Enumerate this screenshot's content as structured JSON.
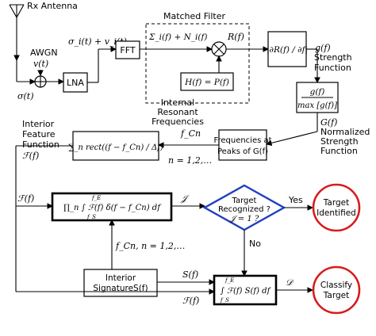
{
  "diagram": {
    "rx_antenna": "Rx Antenna",
    "awgn": "AWGN",
    "awgn_var": "v(t)",
    "sigma_t": "σ(t)",
    "signal_sum": "σ_i(t) + v_i(t)",
    "lna": "LNA",
    "fft": "FFT",
    "matched_filter_title": "Matched Filter",
    "sigma_f": "Σ_i(f) + N_i(f)",
    "R_f": "R(f)",
    "H_f": "H(f) = P(f)",
    "derivative": "|∂R(f) / ∂f|",
    "g_f": "g(f)",
    "strength_function": [
      "Strength",
      "Function"
    ],
    "normalize_num": "g(f)",
    "normalize_den": "max [g(f)]",
    "G_f": "G(f)",
    "normalized_strength": [
      "Normalized",
      "Strength",
      "Function"
    ],
    "internal_resonant": [
      "Internal",
      "Resonant",
      "Frequencies"
    ],
    "fcn": "f_Cn",
    "peaks_box": [
      "Frequencies at",
      "Peaks of G(f)"
    ],
    "n_index": "n = 1,2,…",
    "interior_feature": [
      "Interior",
      "Feature",
      "Function"
    ],
    "F_f": "ℱ(f)",
    "sum_rect": "∑_n rect((f − f_Cn) / Δf)",
    "F_f_left": "ℱ(f)",
    "product_integral": "∏_n ∫ ℱ(f) δ(f − f_Cn) df",
    "J": "𝒥",
    "target_recognized": [
      "Target",
      "Recognized ?",
      "𝒥 = 1 ?"
    ],
    "yes": "Yes",
    "no": "No",
    "target_identified": [
      "Target",
      "Identified"
    ],
    "fcn_list": "f_Cn, n = 1,2,…",
    "interior_signature": [
      "Interior",
      "SignatureS(f)"
    ],
    "S_f": "S(f)",
    "F_f_bottom": "ℱ(f)",
    "signature_integral": "∫ ℱ(f) S(f) df",
    "D": "𝒟",
    "classify_target": [
      "Classify",
      "Target"
    ],
    "int_lower": "f_S",
    "int_upper": "f_E"
  }
}
